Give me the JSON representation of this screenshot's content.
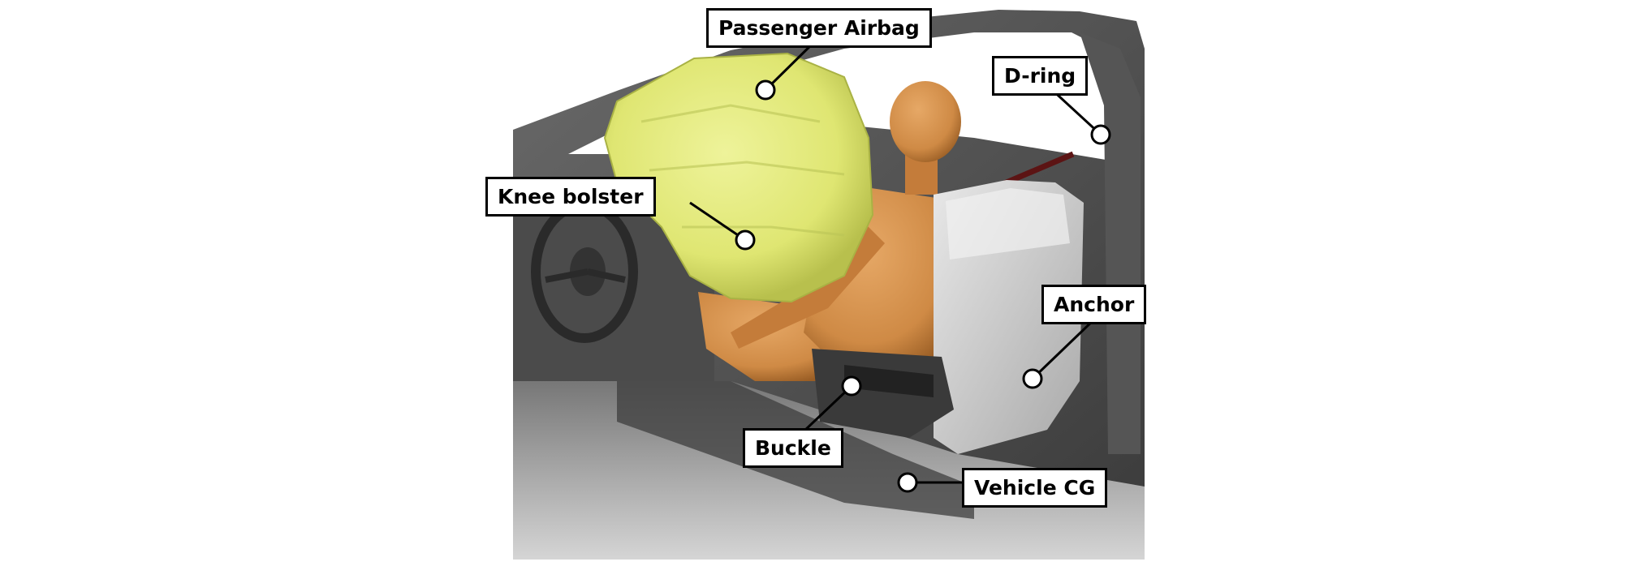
{
  "figure": {
    "labels": {
      "passenger_airbag": "Passenger Airbag",
      "d_ring": "D-ring",
      "knee_bolster": "Knee bolster",
      "anchor": "Anchor",
      "buckle": "Buckle",
      "vehicle_cg": "Vehicle CG"
    }
  },
  "colors": {
    "airbag": "#e0e87a",
    "occupant": "#d08f4a",
    "seat": "#c9c9c9",
    "vehicle_body": "#5a5a5a",
    "belt": "#5c1414"
  }
}
